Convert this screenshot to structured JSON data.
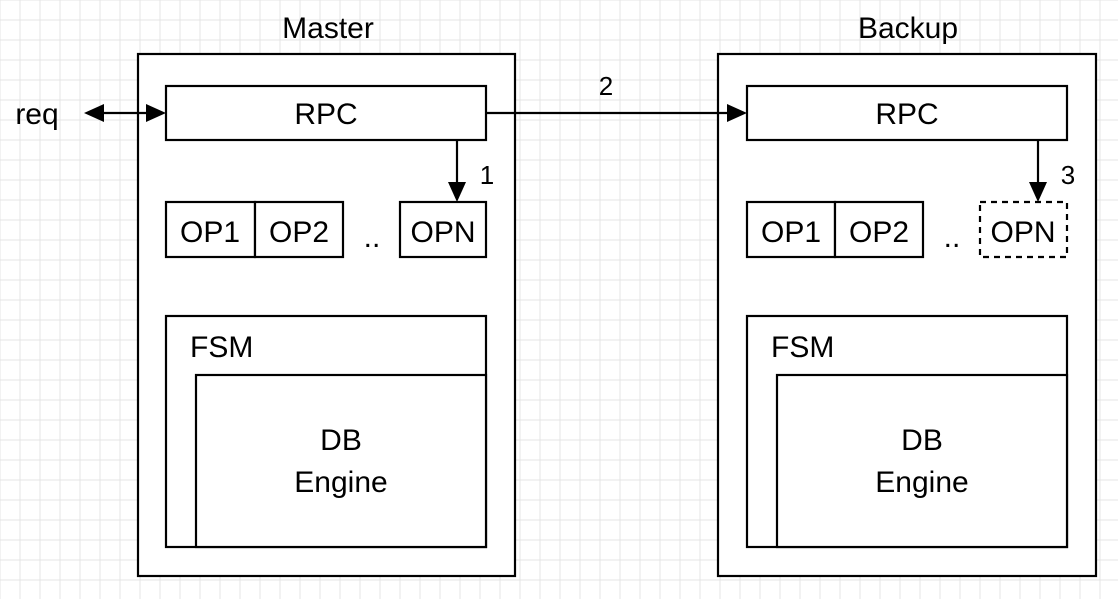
{
  "colors": {
    "background": "#ffffff",
    "grid": "#e4e4e4",
    "stroke": "#000000"
  },
  "labels": {
    "req": "req",
    "step_master_to_backup": "2",
    "step_rpc_to_opn_master": "1",
    "step_rpc_to_opn_backup": "3"
  },
  "master": {
    "title": "Master",
    "rpc": "RPC",
    "ops": [
      "OP1",
      "OP2"
    ],
    "ellipsis": "..",
    "last_op": "OPN",
    "fsm": "FSM",
    "engine_line1": "DB",
    "engine_line2": "Engine"
  },
  "backup": {
    "title": "Backup",
    "rpc": "RPC",
    "ops": [
      "OP1",
      "OP2"
    ],
    "ellipsis": "..",
    "last_op": "OPN",
    "fsm": "FSM",
    "engine_line1": "DB",
    "engine_line2": "Engine"
  }
}
